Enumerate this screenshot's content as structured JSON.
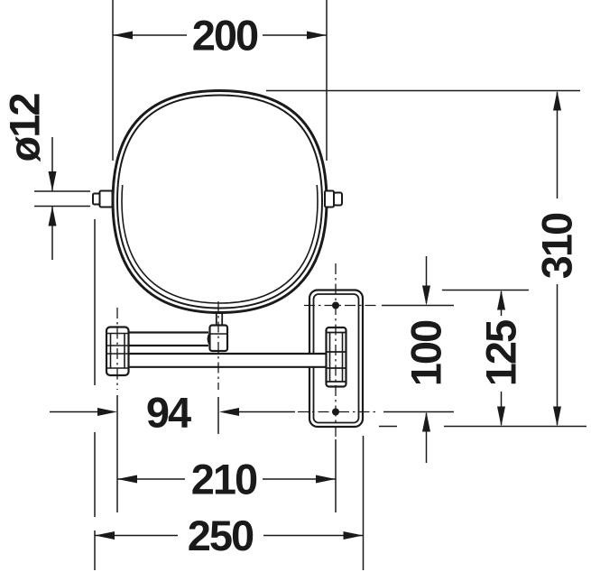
{
  "drawing": {
    "colors": {
      "background": "#ffffff",
      "ink": "#1a1a1a"
    },
    "dimensions": {
      "mirror_width": "200",
      "pin_diameter": "ø12",
      "overall_height": "310",
      "mounting_hole_spacing": "100",
      "wall_plate_height": "125",
      "arm_pivot_offset": "94",
      "arm_reach_to_anchor": "210",
      "overall_depth": "250"
    }
  }
}
